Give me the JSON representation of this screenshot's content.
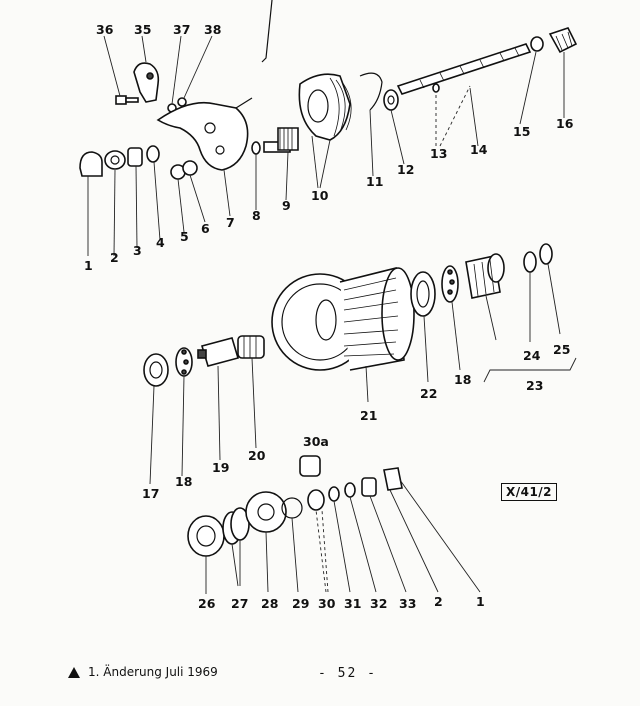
{
  "diagram": {
    "callouts": {
      "p1": "1",
      "p2": "2",
      "p3": "3",
      "p4": "4",
      "p5": "5",
      "p6": "6",
      "p7": "7",
      "p8": "8",
      "p9": "9",
      "p10": "10",
      "p11": "11",
      "p12": "12",
      "p13": "13",
      "p14": "14",
      "p15": "15",
      "p16": "16",
      "p36": "36",
      "p35": "35",
      "p37": "37",
      "p38": "38",
      "p22": "22",
      "p18": "18",
      "p24": "24",
      "p25": "25",
      "p23": "23",
      "p21": "21",
      "p17": "17",
      "p18b": "18",
      "p19": "19",
      "p20": "20",
      "p30a": "30a",
      "p26": "26",
      "p27": "27",
      "p28": "28",
      "p29": "29",
      "p30": "30",
      "p31": "31",
      "p32": "32",
      "p33": "33",
      "p2b": "2",
      "p1b": "1"
    },
    "drawing_ref": "X/41/2"
  },
  "footer": {
    "change_note": "1. Änderung Juli 1969",
    "page_number": "- 52 -"
  }
}
